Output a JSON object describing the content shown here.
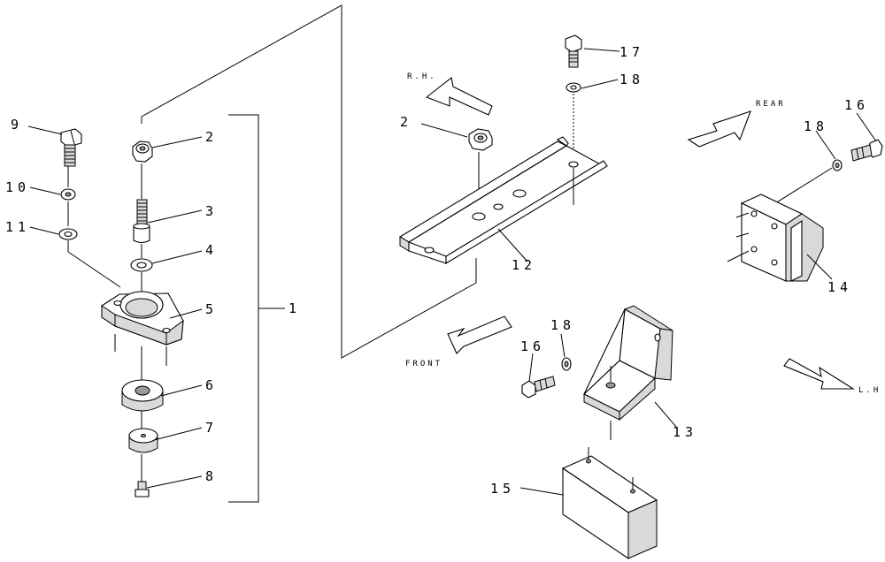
{
  "callouts": {
    "c1": "1",
    "c2": "2",
    "c3": "3",
    "c4": "4",
    "c5": "5",
    "c6": "6",
    "c7": "7",
    "c8": "8",
    "c9": "9",
    "c10": "10",
    "c11": "11",
    "c2b": "2",
    "c12": "12",
    "c13": "13",
    "c14": "14",
    "c15": "15",
    "c16a": "16",
    "c16b": "16",
    "c17": "17",
    "c18a": "18",
    "c18b": "18",
    "c18c": "18"
  },
  "directions": {
    "rh": "R.H.",
    "rear": "REAR",
    "front": "FRONT",
    "lh": "L.H"
  },
  "icons": [
    "arrow-rh-icon",
    "arrow-rear-icon",
    "arrow-front-icon",
    "arrow-lh-icon"
  ]
}
